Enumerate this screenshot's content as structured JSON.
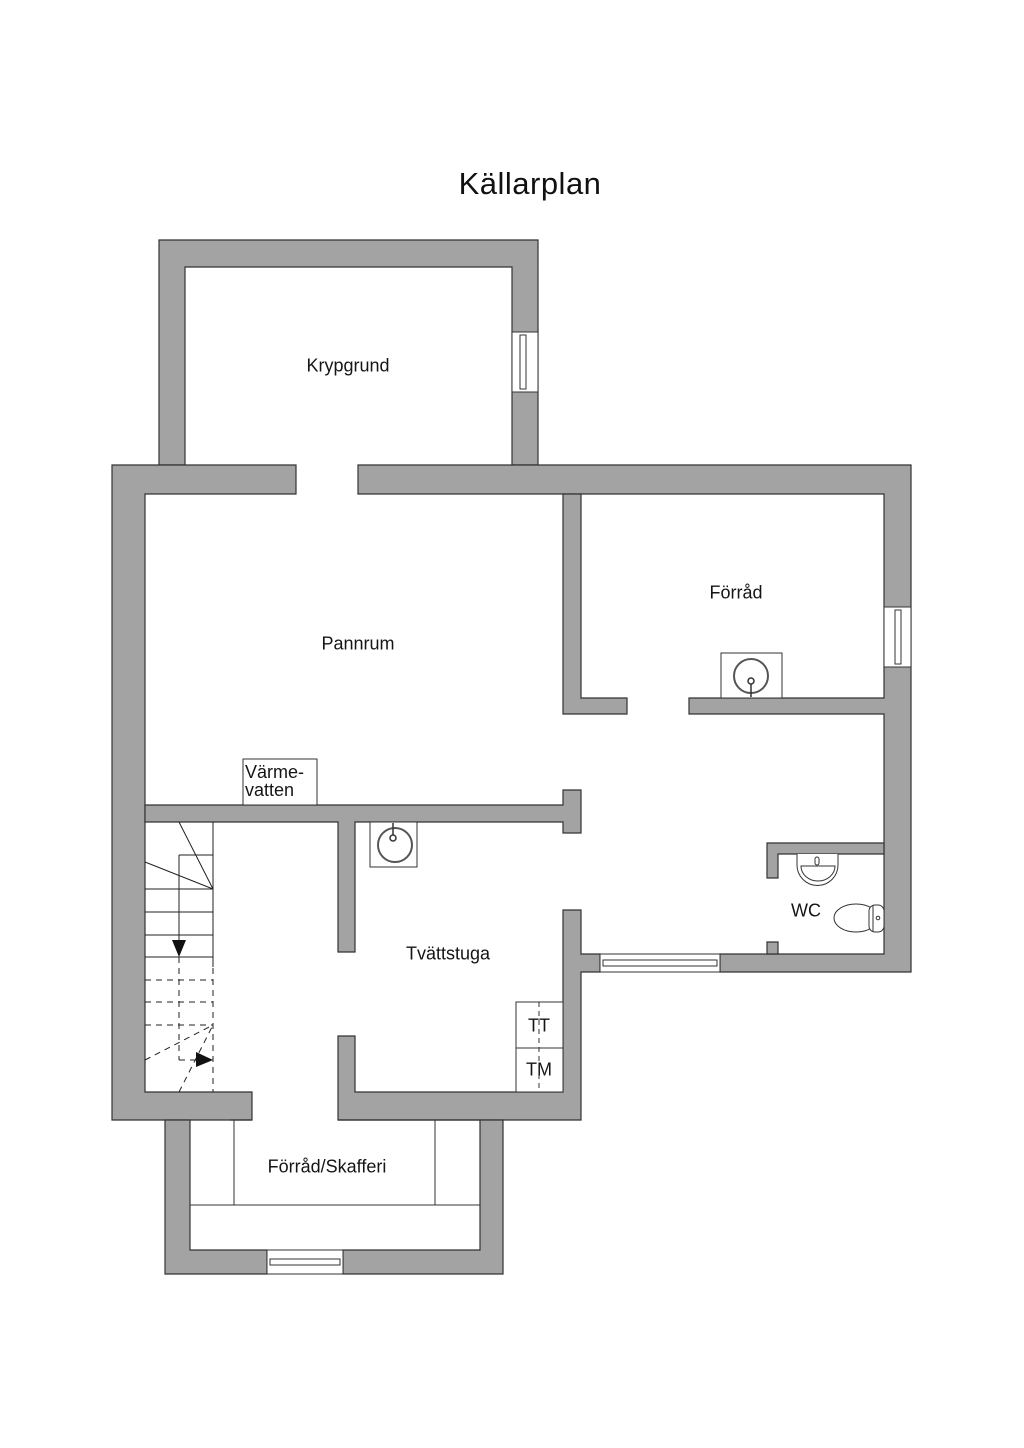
{
  "title": "Källarplan",
  "colors": {
    "wall_fill": "#a3a3a3",
    "wall_stroke": "#333333",
    "line": "#2a2a2a",
    "background": "#ffffff",
    "text": "#151515"
  },
  "rooms": [
    {
      "id": "krypgrund",
      "label": "Krypgrund"
    },
    {
      "id": "pannrum",
      "label": "Pannrum"
    },
    {
      "id": "forrad",
      "label": "Förråd"
    },
    {
      "id": "tvattstuga",
      "label": "Tvättstuga"
    },
    {
      "id": "wc",
      "label": "WC"
    },
    {
      "id": "forrad_skafferi",
      "label": "Förråd/Skafferi"
    }
  ],
  "fixtures": {
    "varmevatten_line1": "Värme-",
    "varmevatten_line2": "vatten",
    "tumble_dryer": "TT",
    "washing_machine": "TM"
  },
  "icons": [
    "sink-icon",
    "wash-basin-icon",
    "toilet-icon",
    "window-icon",
    "staircase-icon",
    "arrow-down-icon",
    "arrow-right-icon"
  ]
}
